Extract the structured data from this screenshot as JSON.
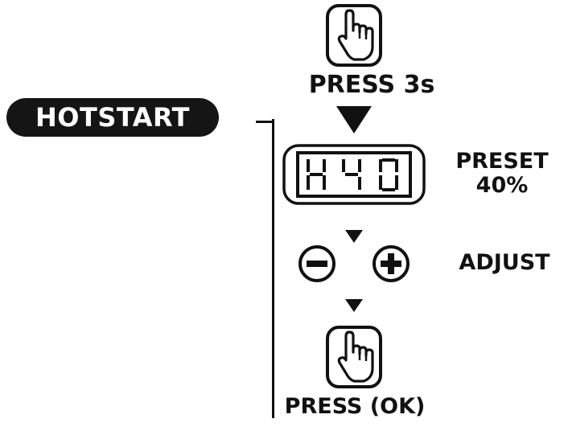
{
  "badge": {
    "label": "HOTSTART"
  },
  "steps": {
    "press_long": {
      "label": "PRESS 3s"
    },
    "display": {
      "digits": [
        "H",
        "4",
        "0"
      ]
    },
    "preset": {
      "line1": "PRESET",
      "line2": "40%"
    },
    "adjust": {
      "label": "ADJUST"
    },
    "confirm": {
      "label": "PRESS (OK)"
    }
  },
  "icons": [
    "hand-press-icon",
    "triangle-down-icon",
    "lcd-display",
    "minus-icon",
    "plus-icon"
  ],
  "colors": {
    "ink": "#111111",
    "background": "#ffffff"
  }
}
